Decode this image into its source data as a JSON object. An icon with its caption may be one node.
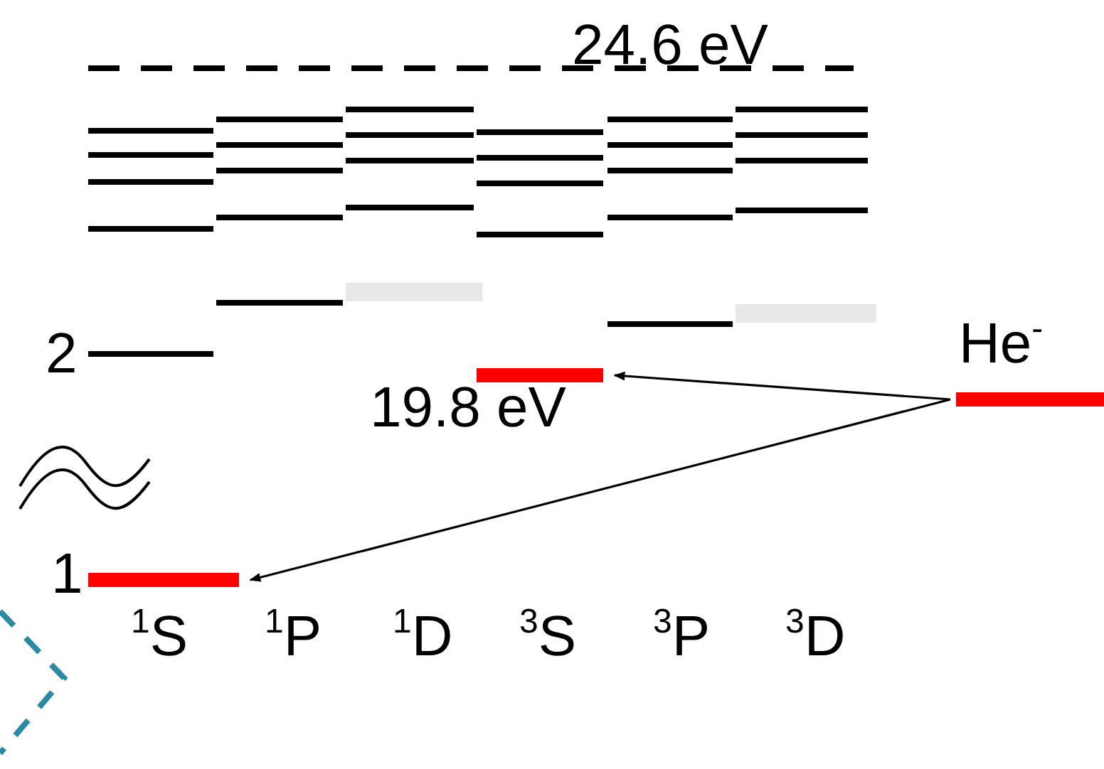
{
  "diagram": {
    "nodes": [
      {
        "text": [
          "He$^{-}$"
        ]
      },
      {
        "text": [],
        "shape": "bar",
        "beside": [
          "19.8 eV"
        ]
      },
      {
        "text": [],
        "shape": "bar"
      }
    ],
    "edges": [
      {
        "from": 0,
        "to": 1,
        "arrow": "to"
      },
      {
        "from": 0,
        "to": 2,
        "arrow": "to"
      }
    ],
    "labels": [
      "24.6 eV",
      "2",
      "1",
      "$^{1}$S",
      "$^{1}$P",
      "$^{1}$D",
      "$^{3}$S",
      "$^{3}$P",
      "$^{3}$D"
    ]
  }
}
